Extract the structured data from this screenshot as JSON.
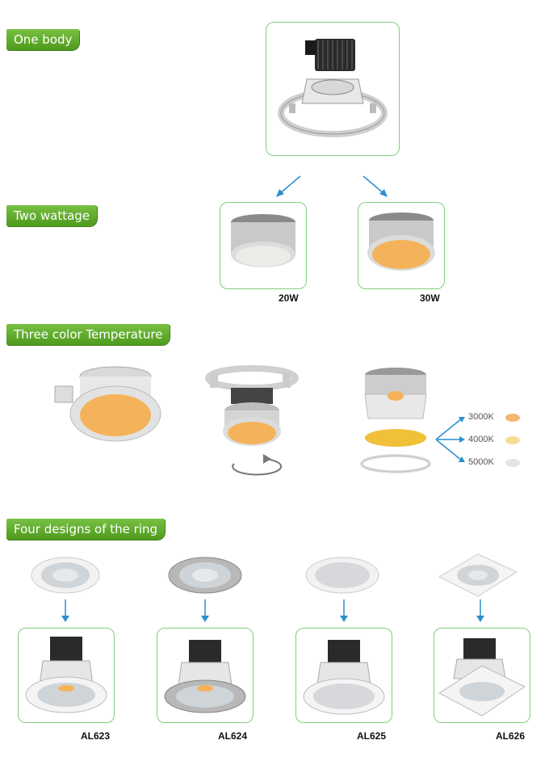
{
  "sections": {
    "one_body": "One body",
    "two_wattage": "Two wattage",
    "three_color": "Three color Temperature",
    "four_designs": "Four designs of the ring"
  },
  "wattage": {
    "w20": "20W",
    "w30": "30W"
  },
  "color_temps": [
    {
      "label": "3000K",
      "color": "#f4b672"
    },
    {
      "label": "4000K",
      "color": "#f7dc95"
    },
    {
      "label": "5000K",
      "color": "#e4e4e4"
    }
  ],
  "models": [
    "AL623",
    "AL624",
    "AL625",
    "AL626"
  ],
  "colors": {
    "accent_green": "#5aa726",
    "box_border": "#7fcf7a",
    "arrow_blue": "#2a8fd0",
    "warm_lens": "#f4b35a"
  }
}
